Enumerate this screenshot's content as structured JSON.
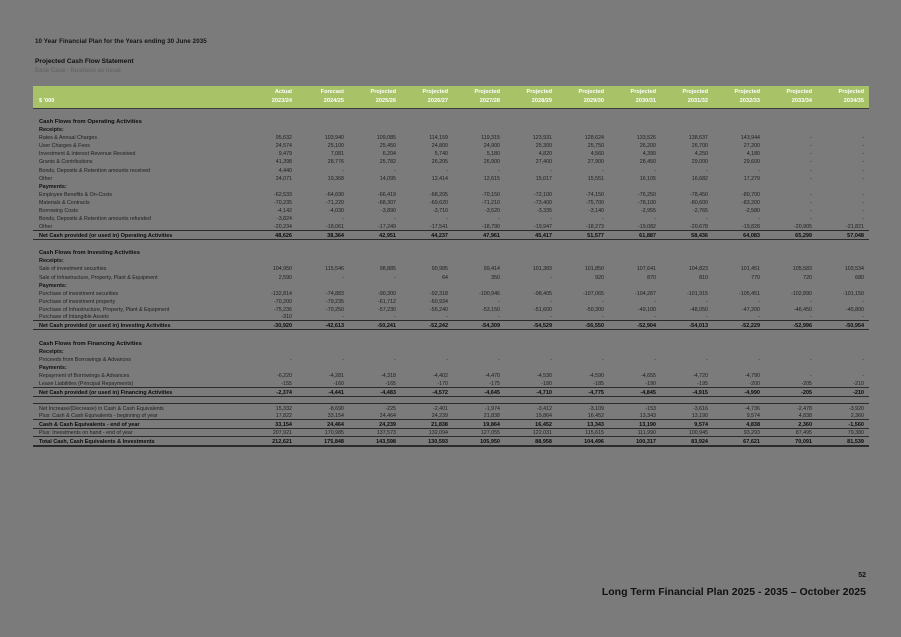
{
  "document": {
    "title": "10 Year Financial Plan for the Years ending 30 June 2035",
    "statement_title": "Projected Cash Flow Statement",
    "statement_subtitle": "Base Case - Business as usual",
    "unit_label": "$ '000"
  },
  "colors": {
    "header_green": "#a7c267",
    "page_background": "#7b7b7b",
    "text": "#1a1a1a"
  },
  "columns": [
    {
      "kind": "Actual",
      "period": "2023/24"
    },
    {
      "kind": "Forecast",
      "period": "2024/25"
    },
    {
      "kind": "Projected",
      "period": "2025/26"
    },
    {
      "kind": "Projected",
      "period": "2026/27"
    },
    {
      "kind": "Projected",
      "period": "2027/28"
    },
    {
      "kind": "Projected",
      "period": "2028/29"
    },
    {
      "kind": "Projected",
      "period": "2029/30"
    },
    {
      "kind": "Projected",
      "period": "2030/31"
    },
    {
      "kind": "Projected",
      "period": "2031/32"
    },
    {
      "kind": "Projected",
      "period": "2032/33"
    },
    {
      "kind": "Projected",
      "period": "2033/34"
    },
    {
      "kind": "Projected",
      "period": "2034/35"
    }
  ],
  "sections": [
    {
      "title": "Cash Flows from Operating Activities",
      "groups": [
        {
          "heading": "Receipts:",
          "rows": [
            {
              "label": "Rates & Annual Charges",
              "values": [
                "95,632",
                "103,940",
                "109,085",
                "114,159",
                "119,315",
                "123,931",
                "128,624",
                "133,526",
                "138,637",
                "143,944"
              ]
            },
            {
              "label": "User Charges & Fees",
              "values": [
                "24,574",
                "25,100",
                "25,450",
                "24,800",
                "24,900",
                "25,300",
                "25,750",
                "26,200",
                "26,700",
                "27,200"
              ]
            },
            {
              "label": "Investment & Interest Revenue Received",
              "values": [
                "9,479",
                "7,081",
                "6,204",
                "5,740",
                "5,180",
                "4,820",
                "4,560",
                "4,390",
                "4,250",
                "4,180"
              ]
            },
            {
              "label": "Grants & Contributions",
              "values": [
                "41,398",
                "28,776",
                "25,782",
                "26,205",
                "26,900",
                "27,400",
                "27,900",
                "28,450",
                "29,000",
                "29,600"
              ]
            },
            {
              "label": "Bonds, Deposits & Retention amounts received",
              "values": [
                "4,440",
                "-",
                "-",
                "-",
                "-",
                "-",
                "-",
                "-",
                "-",
                "-"
              ]
            },
            {
              "label": "Other",
              "values": [
                "24,071",
                "19,368",
                "14,095",
                "12,414",
                "12,615",
                "15,017",
                "15,551",
                "16,105",
                "16,682",
                "17,279"
              ]
            }
          ]
        },
        {
          "heading": "Payments:",
          "rows": [
            {
              "label": "Employee Benefits & On-Costs",
              "values": [
                "-62,533",
                "-64,690",
                "-66,419",
                "-68,205",
                "-70,150",
                "-72,100",
                "-74,150",
                "-76,250",
                "-78,450",
                "-80,700"
              ]
            },
            {
              "label": "Materials & Contracts",
              "values": [
                "-70,235",
                "-71,220",
                "-68,307",
                "-69,620",
                "-71,210",
                "-73,400",
                "-75,700",
                "-78,100",
                "-80,600",
                "-83,200"
              ]
            },
            {
              "label": "Borrowing Costs",
              "values": [
                "-4,142",
                "-4,030",
                "-3,890",
                "-3,710",
                "-3,520",
                "-3,335",
                "-3,140",
                "-2,955",
                "-2,765",
                "-2,580"
              ]
            },
            {
              "label": "Bonds, Deposits & Retention amounts refunded",
              "values": [
                "-3,824",
                "-",
                "-",
                "-",
                "-",
                "-",
                "-",
                "-",
                "-",
                "-"
              ]
            },
            {
              "label": "Other",
              "values": [
                "-20,234",
                "-18,061",
                "-17,249",
                "-17,541",
                "-18,790",
                "-19,947",
                "-18,273",
                "-19,082",
                "-20,678",
                "-19,828",
                "-20,905",
                "-21,821"
              ]
            }
          ]
        }
      ],
      "total": {
        "label": "Net Cash provided (or used in) Operating Activities",
        "values": [
          "48,626",
          "38,364",
          "42,951",
          "44,237",
          "47,961",
          "45,417",
          "51,577",
          "61,887",
          "58,436",
          "64,083",
          "65,299",
          "57,048"
        ]
      }
    },
    {
      "title": "Cash Flows from Investing Activities",
      "groups": [
        {
          "heading": "Receipts:",
          "rows": [
            {
              "label": "Sale of investment securities",
              "values": [
                "104,950",
                "115,546",
                "98,885",
                "90,985",
                "99,414",
                "101,383",
                "101,850",
                "107,641",
                "104,823",
                "101,451",
                "105,583",
                "103,534"
              ]
            },
            {
              "label": "Sale of Infrastructure, Property, Plant & Equipment",
              "values": [
                "2,590",
                "-",
                "-",
                "64",
                "350",
                "-",
                "920",
                "870",
                "810",
                "770",
                "720",
                "680"
              ]
            }
          ]
        },
        {
          "heading": "Payments:",
          "rows": [
            {
              "label": "Purchase of investment securities",
              "values": [
                "-132,814",
                "-74,883",
                "-90,300",
                "-92,318",
                "-100,946",
                "-98,405",
                "-107,065",
                "-104,287",
                "-101,915",
                "-105,451",
                "-102,890",
                "-101,150"
              ]
            },
            {
              "label": "Purchase of investment property",
              "values": [
                "-70,200",
                "-79,235",
                "-61,712",
                "-60,934",
                "-",
                "-",
                "-",
                "-",
                "-",
                "-",
                "-",
                "-"
              ]
            },
            {
              "label": "Purchase of Infrastructure, Property, Plant & Equipment",
              "values": [
                "-75,236",
                "-70,250",
                "-57,230",
                "-56,240",
                "-53,150",
                "-51,600",
                "-50,300",
                "-49,100",
                "-48,050",
                "-47,200",
                "-46,450",
                "-45,800"
              ]
            },
            {
              "label": "Purchase of Intangible Assets",
              "values": [
                "-310",
                "-",
                "-",
                "-",
                "-",
                "-",
                "-",
                "-",
                "-",
                "-",
                "-",
                "-"
              ]
            }
          ]
        }
      ],
      "total": {
        "label": "Net Cash provided (or used in) Investing Activities",
        "values": [
          "-30,920",
          "-42,613",
          "-50,241",
          "-52,242",
          "-54,309",
          "-54,529",
          "-56,550",
          "-52,904",
          "-54,013",
          "-52,229",
          "-52,996",
          "-50,954"
        ]
      }
    },
    {
      "title": "Cash Flows from Financing Activities",
      "groups": [
        {
          "heading": "Receipts:",
          "rows": [
            {
              "label": "Proceeds from Borrowings & Advances",
              "values": [
                "-",
                "-",
                "-",
                "-",
                "-",
                "-",
                "-",
                "-",
                "-",
                "-",
                "-",
                "-"
              ]
            }
          ]
        },
        {
          "heading": "Payments:",
          "rows": [
            {
              "label": "Repayment of Borrowings & Advances",
              "values": [
                "-6,220",
                "-4,281",
                "-4,318",
                "-4,402",
                "-4,470",
                "-4,530",
                "-4,590",
                "-4,655",
                "-4,720",
                "-4,790",
                "-",
                "-"
              ]
            },
            {
              "label": "Lease Liabilities (Principal Repayments)",
              "values": [
                "-155",
                "-160",
                "-165",
                "-170",
                "-175",
                "-180",
                "-185",
                "-190",
                "-195",
                "-200",
                "-205",
                "-210"
              ]
            }
          ]
        }
      ],
      "total": {
        "label": "Net Cash provided (or used in) Financing Activities",
        "values": [
          "-2,374",
          "-4,441",
          "-4,483",
          "-4,572",
          "-4,645",
          "-4,710",
          "-4,775",
          "-4,845",
          "-4,915",
          "-4,990",
          "-205",
          "-210"
        ]
      }
    }
  ],
  "summary": {
    "rows": [
      {
        "label": "Net Increase/(Decrease) in Cash & Cash Equivalents",
        "values": [
          "15,332",
          "-8,690",
          "-225",
          "-2,401",
          "-1,974",
          "-3,412",
          "-3,109",
          "-153",
          "-3,616",
          "-4,736",
          "-2,478",
          "-3,920"
        ],
        "style": "rule"
      },
      {
        "label": "Plus: Cash & Cash Equivalents - beginning of year",
        "values": [
          "17,822",
          "33,154",
          "24,464",
          "24,239",
          "21,838",
          "19,864",
          "16,452",
          "13,343",
          "13,190",
          "9,574",
          "4,838",
          "2,360"
        ],
        "style": "plain"
      },
      {
        "label": "Cash & Cash Equivalents - end of year",
        "values": [
          "33,154",
          "24,464",
          "24,239",
          "21,838",
          "19,864",
          "16,452",
          "13,343",
          "13,190",
          "9,574",
          "4,838",
          "2,360",
          "-1,560"
        ],
        "style": "bold-rule"
      },
      {
        "label": "Plus: Investments on hand - end of year",
        "values": [
          "207,921",
          "170,985",
          "137,573",
          "132,094",
          "127,055",
          "122,031",
          "115,615",
          "111,990",
          "100,945",
          "93,293",
          "87,495",
          "79,380"
        ],
        "style": "plain"
      },
      {
        "label": "Total Cash, Cash Equivalents & Investments",
        "values": [
          "212,621",
          "175,848",
          "143,598",
          "130,593",
          "105,950",
          "88,958",
          "104,496",
          "100,317",
          "83,924",
          "67,621",
          "70,091",
          "81,539"
        ],
        "style": "grand"
      }
    ]
  },
  "footer": {
    "page_number": "52",
    "line": "Long Term Financial Plan 2025 - 2035 – October 2025"
  }
}
